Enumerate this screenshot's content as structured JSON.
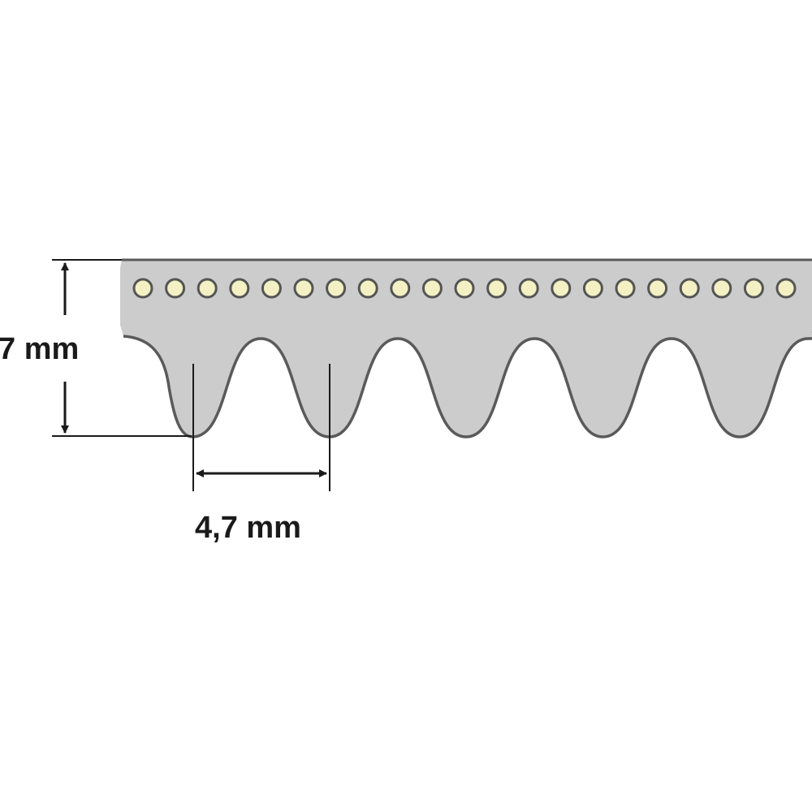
{
  "labels": {
    "height": "7 mm",
    "pitch": "4,7 mm"
  },
  "belt": {
    "rib_count": 5,
    "cord_count": 21
  },
  "colors": {
    "belt_fill": "#cccccc",
    "belt_outline": "#5a5a5a",
    "cord_fill": "#f3f0c4",
    "cord_outline": "#555555",
    "dimension_line": "#1a1a1a",
    "background": "#ffffff"
  }
}
